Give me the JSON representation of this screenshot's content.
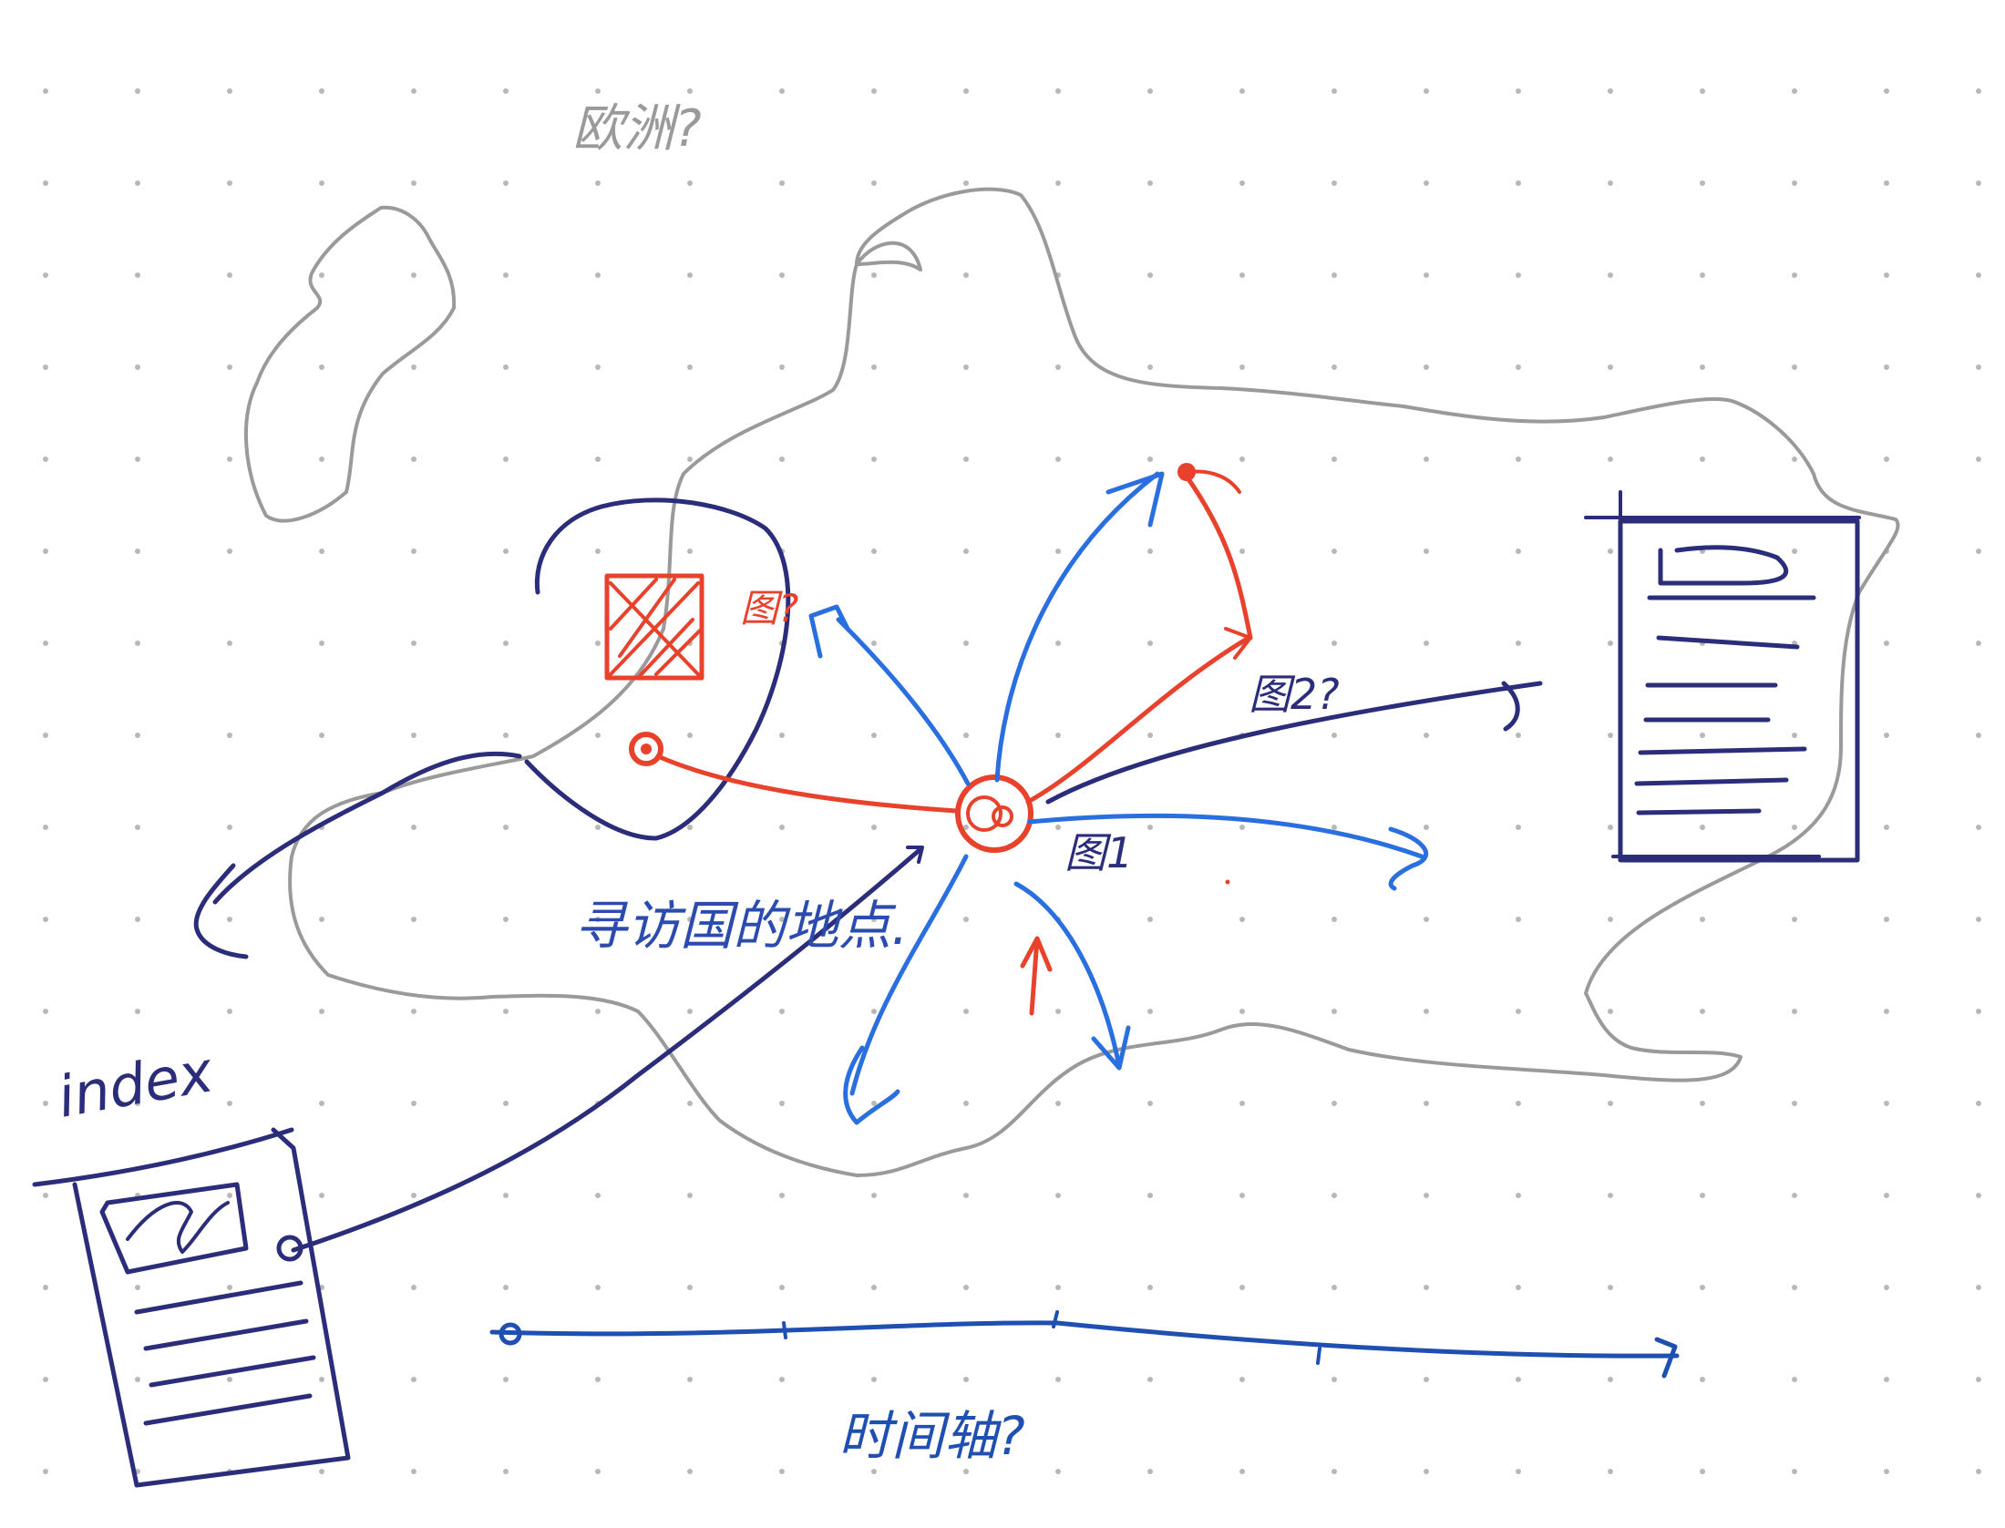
{
  "canvas": {
    "background": "#ffffff",
    "dot_color": "#b8b8b8"
  },
  "colors": {
    "gray": "#9a9a9a",
    "navy": "#2b2d7a",
    "blue": "#2a6fe0",
    "red": "#e8412c"
  },
  "labels": {
    "region_label": "欧洲?",
    "location_label": "寻访国的地点.",
    "source_label": "图?",
    "image1_label": "图1",
    "image2_label": "图2?",
    "index_label": "index",
    "timeline_label": "时间轴?"
  },
  "icons": {
    "document_left": "index-document-icon",
    "document_right": "document-icon",
    "marked_image": "crossed-out-image-icon"
  }
}
